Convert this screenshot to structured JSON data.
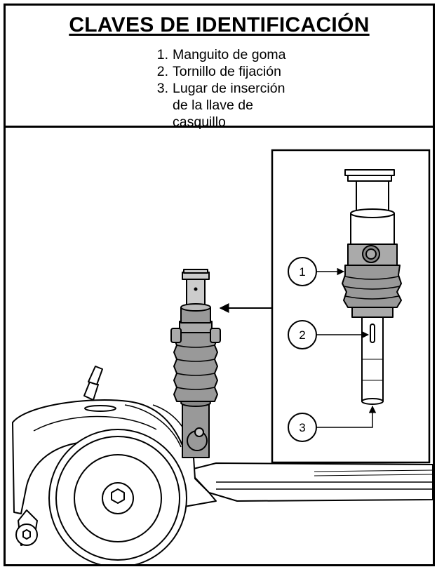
{
  "key": {
    "title": "CLAVES DE IDENTIFICACIÓN",
    "items": [
      {
        "number": "1.",
        "text": "Manguito de goma"
      },
      {
        "number": "2.",
        "text": "Tornillo de fijación"
      },
      {
        "number": "3.",
        "text": "Lugar de inserción de la llave de casquillo"
      }
    ]
  },
  "callouts": [
    "1",
    "2",
    "3"
  ]
}
